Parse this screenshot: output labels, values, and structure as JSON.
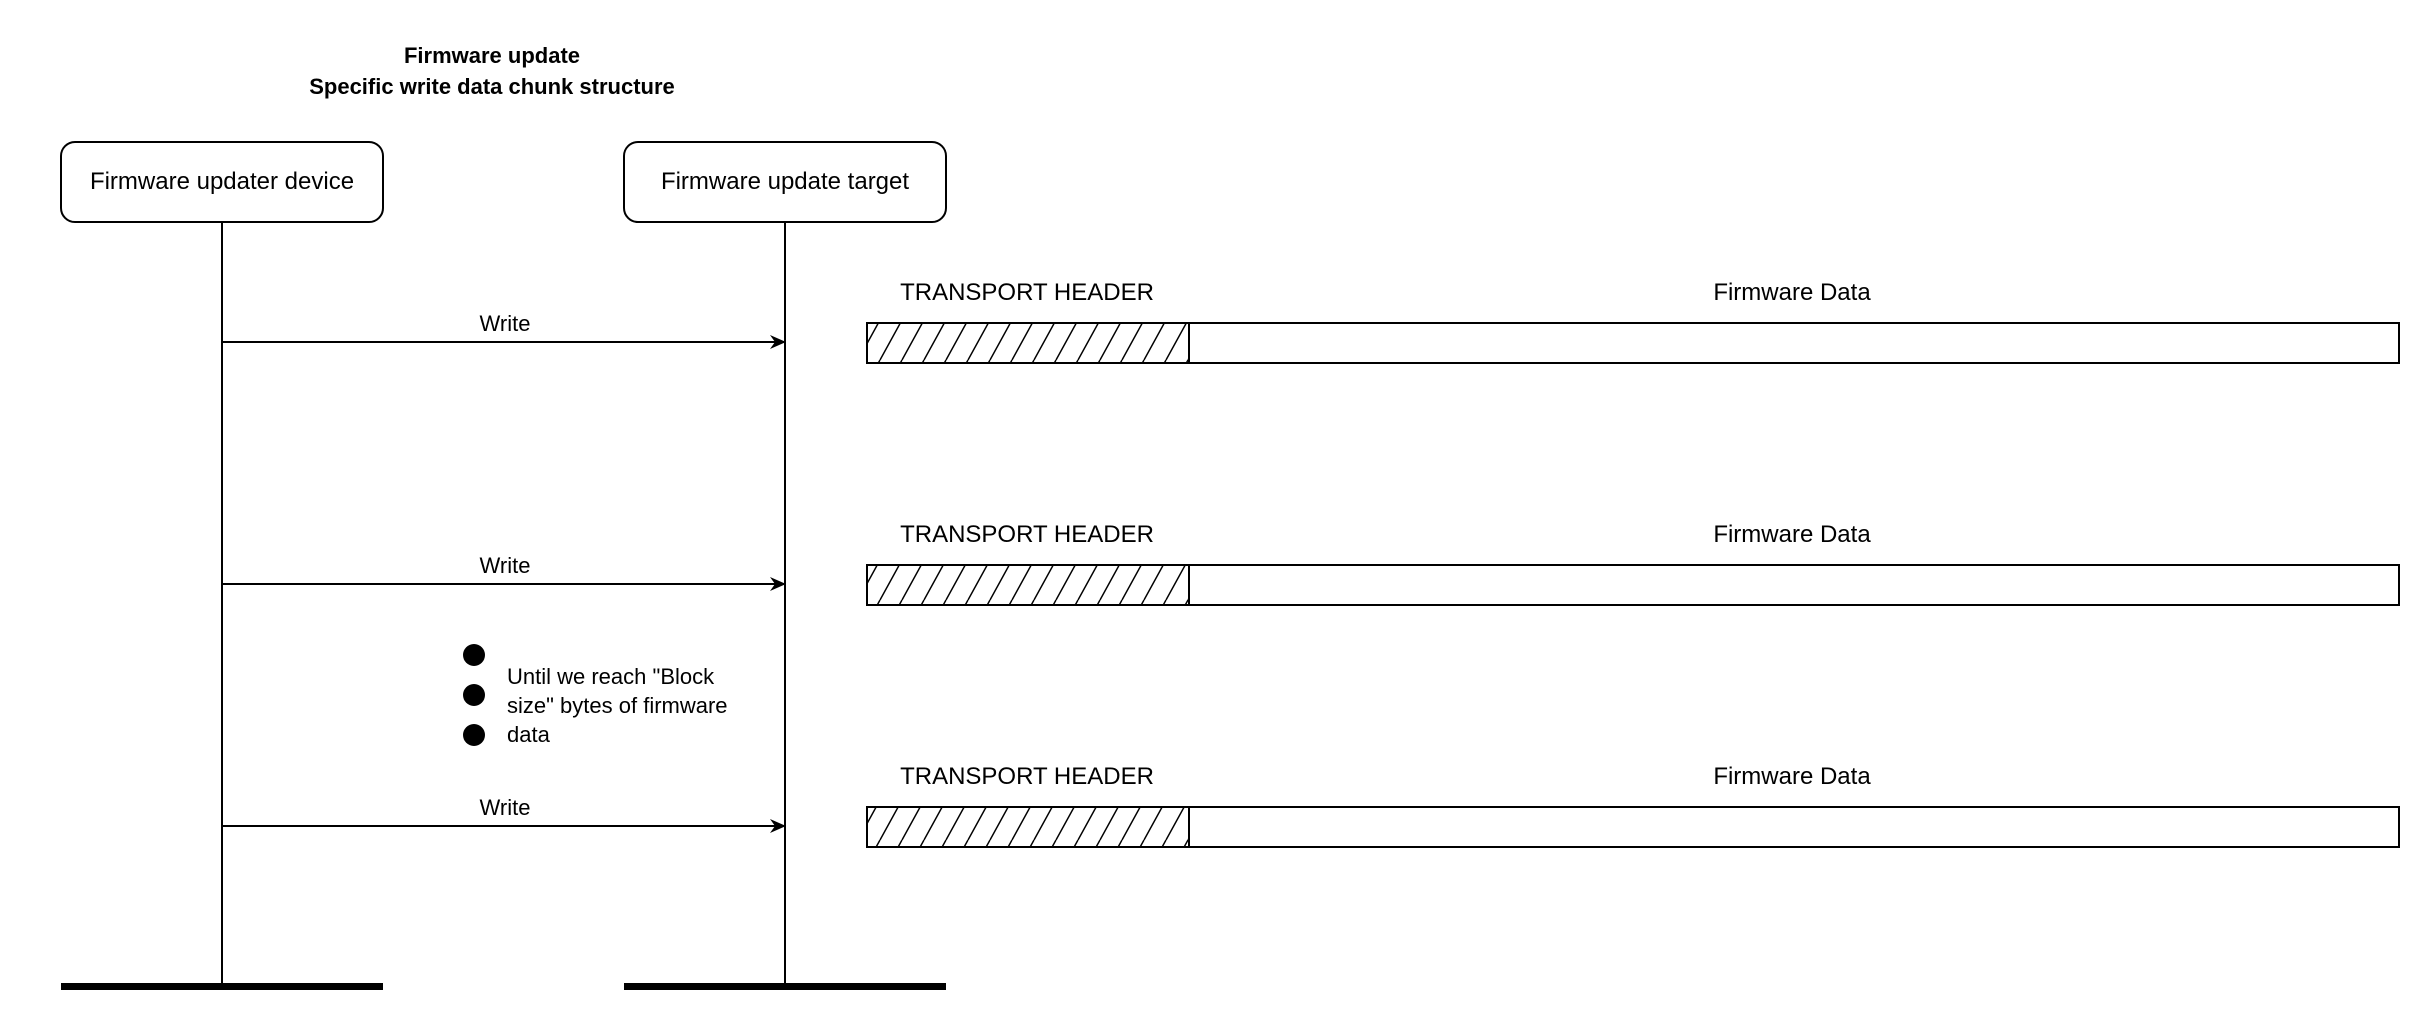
{
  "title": {
    "line1": "Firmware update",
    "line2": "Specific write data chunk structure"
  },
  "participants": [
    {
      "name": "Firmware updater device"
    },
    {
      "name": "Firmware update target"
    }
  ],
  "messages": [
    {
      "label": "Write",
      "from": "Firmware updater device",
      "to": "Firmware update target"
    },
    {
      "label": "Write",
      "from": "Firmware updater device",
      "to": "Firmware update target"
    },
    {
      "label": "Write",
      "from": "Firmware updater device",
      "to": "Firmware update target"
    }
  ],
  "packets": [
    {
      "header_label": "TRANSPORT HEADER",
      "data_label": "Firmware Data"
    },
    {
      "header_label": "TRANSPORT HEADER",
      "data_label": "Firmware Data"
    },
    {
      "header_label": "TRANSPORT HEADER",
      "data_label": "Firmware Data"
    }
  ],
  "loop_note": {
    "lines": [
      "Until we reach \"Block",
      "size\" bytes of firmware",
      "data"
    ]
  },
  "colors": {
    "stroke": "#000000",
    "background": "#ffffff"
  }
}
